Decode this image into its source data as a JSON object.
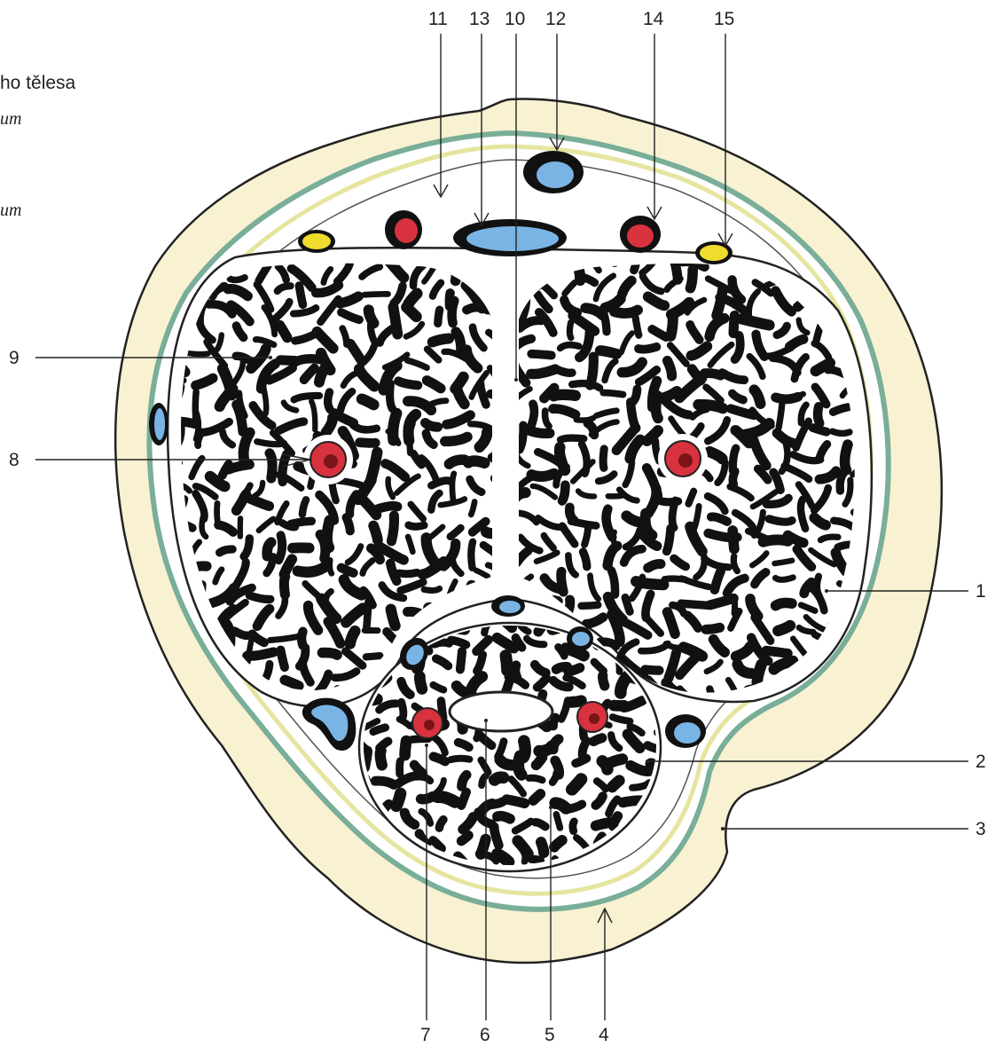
{
  "captions": {
    "line1": "ho tělesa",
    "line2": "um",
    "line3": "um"
  },
  "labels": {
    "l1": "1",
    "l2": "2",
    "l3": "3",
    "l4": "4",
    "l5": "5",
    "l6": "6",
    "l7": "7",
    "l8": "8",
    "l9": "9",
    "l10": "10",
    "l11": "11",
    "l12": "12",
    "l13": "13",
    "l14": "14",
    "l15": "15"
  },
  "colors": {
    "skin": "#f8f1d2",
    "skin_edge": "#222222",
    "fascia": "#7fb2a0",
    "dartos": "#e9e6a4",
    "tunica": "#ffffff",
    "erectile": "#111111",
    "vein": "#79b4e4",
    "artery": "#d8323e",
    "nerve": "#f0dc2c"
  },
  "icons": [
    "vein-blue",
    "artery-red",
    "nerve-yellow"
  ]
}
